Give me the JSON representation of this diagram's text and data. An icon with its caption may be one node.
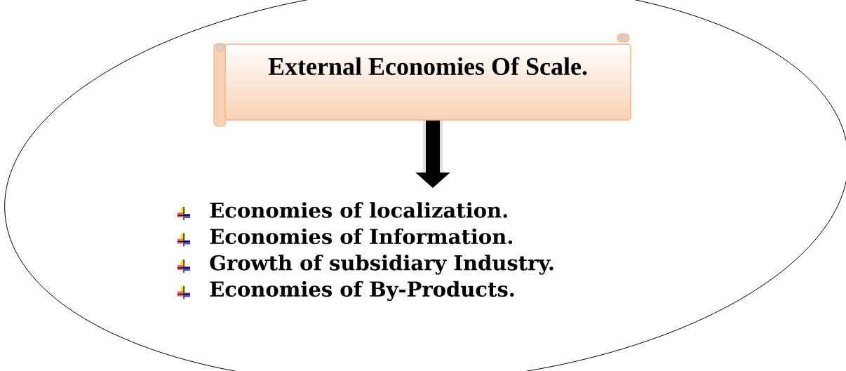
{
  "diagram": {
    "nodes": [
      {
        "text": [],
        "shape": "ellipse"
      },
      {
        "text": [
          "External Economies Of Scale."
        ],
        "in": 0
      },
      {
        "text": [
          "Economies of localization.",
          "Economies of Information.",
          "Growth of subsidiary Industry.",
          "Economies of By-Products."
        ],
        "in": 0
      }
    ],
    "edges": [
      {
        "from": 1,
        "to": 2,
        "arrow": "to"
      }
    ]
  }
}
